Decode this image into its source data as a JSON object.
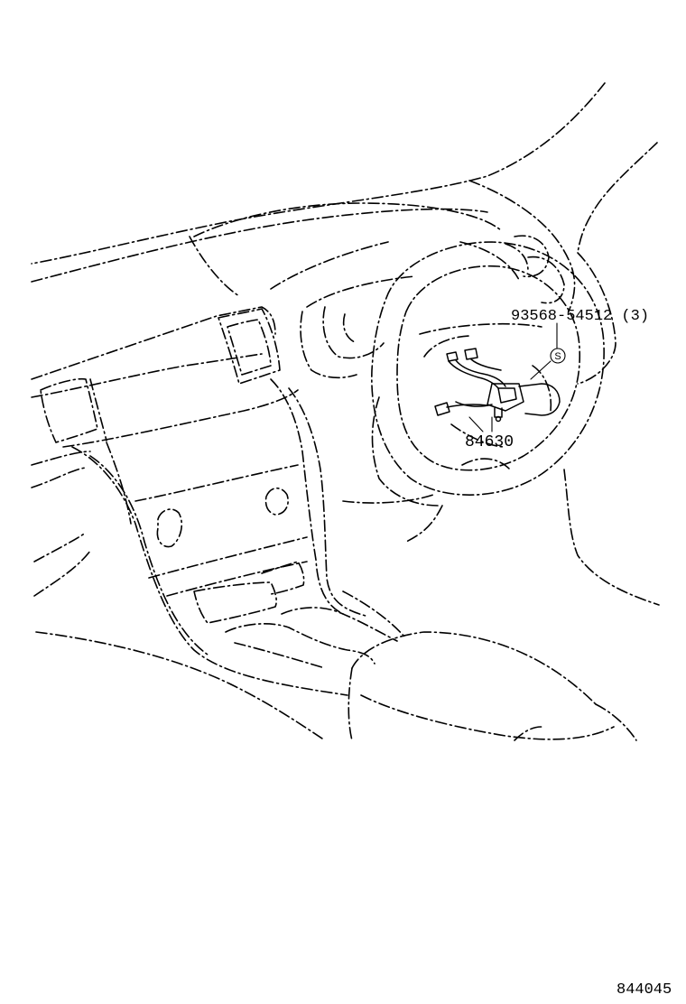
{
  "diagram": {
    "callouts": {
      "screw": "93568-54512 (3)",
      "spiral_cable": "84630",
      "screw_symbol": "S"
    },
    "figure_number": "844045"
  }
}
